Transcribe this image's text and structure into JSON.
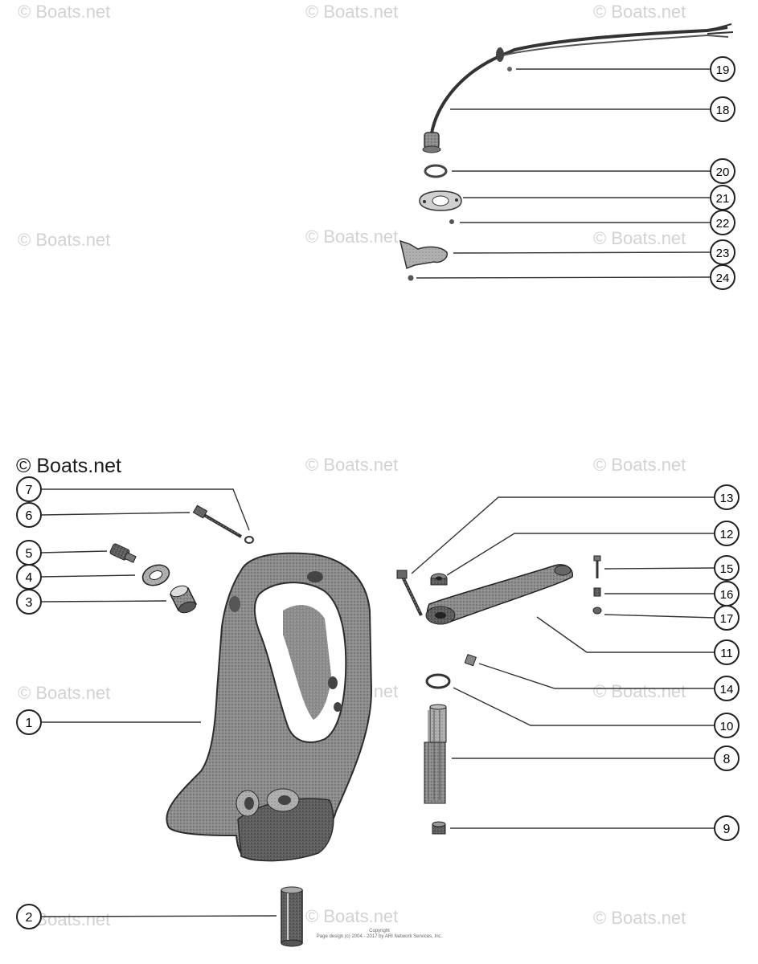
{
  "watermark": {
    "text": "© Boats.net",
    "heading_text": "© Boats.net"
  },
  "copyright": {
    "line1": "Copyright",
    "line2": "Page design (c) 2004 - 2017 by ARI Network Services, Inc."
  },
  "callouts": [
    {
      "id": "1",
      "label": "1"
    },
    {
      "id": "2",
      "label": "2"
    },
    {
      "id": "3",
      "label": "3"
    },
    {
      "id": "4",
      "label": "4"
    },
    {
      "id": "5",
      "label": "5"
    },
    {
      "id": "6",
      "label": "6"
    },
    {
      "id": "7",
      "label": "7"
    },
    {
      "id": "8",
      "label": "8"
    },
    {
      "id": "9",
      "label": "9"
    },
    {
      "id": "10",
      "label": "10"
    },
    {
      "id": "11",
      "label": "11"
    },
    {
      "id": "12",
      "label": "12"
    },
    {
      "id": "13",
      "label": "13"
    },
    {
      "id": "14",
      "label": "14"
    },
    {
      "id": "15",
      "label": "15"
    },
    {
      "id": "16",
      "label": "16"
    },
    {
      "id": "17",
      "label": "17"
    },
    {
      "id": "18",
      "label": "18"
    },
    {
      "id": "19",
      "label": "19"
    },
    {
      "id": "20",
      "label": "20"
    },
    {
      "id": "21",
      "label": "21"
    },
    {
      "id": "22",
      "label": "22"
    },
    {
      "id": "23",
      "label": "23"
    },
    {
      "id": "24",
      "label": "24"
    }
  ]
}
